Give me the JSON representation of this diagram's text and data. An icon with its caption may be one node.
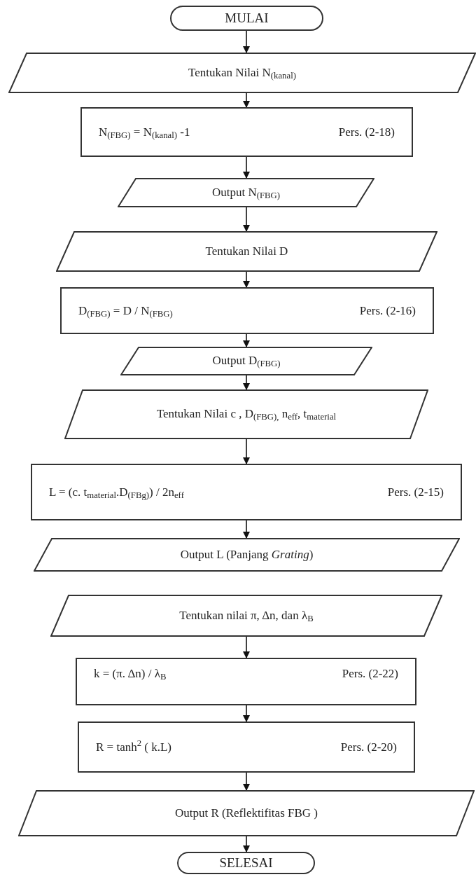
{
  "diagram": {
    "nodes": [
      {
        "text": [
          "MULAI"
        ]
      },
      {
        "text": [
          "Tentukan Nilai  N$_{(kanal)}$"
        ]
      },
      {
        "text": [
          "N$_{(FBG)}$ = N$_{(kanal)}$ -1",
          "Pers. (2-18)"
        ]
      },
      {
        "text": [
          "Output N$_{(FBG)}$"
        ]
      },
      {
        "text": [
          "Tentukan Nilai D"
        ]
      },
      {
        "text": [
          "D$_{(FBG)}$ = D / N$_{(FBG)}$",
          "Pers. (2-16)"
        ]
      },
      {
        "text": [
          "Output D$_{(FBG)}$"
        ]
      },
      {
        "text": [
          "Tentukan Nilai c , D$_{(FBG),}$ n$_{eff}$,  t$_{material}$"
        ]
      },
      {
        "text": [
          "L = (c. t$_{material}$.D$_{(FBg)}$) / 2n$_{eff}$",
          "Pers. (2-15)"
        ]
      },
      {
        "text": [
          "Output L (Panjang *Grating*)"
        ]
      },
      {
        "text": [
          "Tentukan nilai π, Δn, dan λ$_{B}$"
        ]
      },
      {
        "text": [
          "k = (π. Δn) / λ$_{B}$",
          "Pers. (2-22)"
        ]
      },
      {
        "text": [
          "R = tanh$^{2}$ ( k.L)",
          "Pers. (2-20)"
        ]
      },
      {
        "text": [
          "Output R (Reflektifitas FBG )"
        ]
      },
      {
        "text": [
          "SELESAI"
        ]
      }
    ],
    "edges": [
      {
        "from": 0,
        "to": 1,
        "arrow": "to"
      },
      {
        "from": 1,
        "to": 2,
        "arrow": "to"
      },
      {
        "from": 2,
        "to": 3,
        "arrow": "to"
      },
      {
        "from": 3,
        "to": 4,
        "arrow": "to"
      },
      {
        "from": 4,
        "to": 5,
        "arrow": "to"
      },
      {
        "from": 5,
        "to": 6,
        "arrow": "to"
      },
      {
        "from": 6,
        "to": 7,
        "arrow": "to"
      },
      {
        "from": 7,
        "to": 8,
        "arrow": "to"
      },
      {
        "from": 8,
        "to": 9,
        "arrow": "to"
      },
      {
        "from": 10,
        "to": 11,
        "arrow": "to"
      },
      {
        "from": 11,
        "to": 12,
        "arrow": "to"
      },
      {
        "from": 12,
        "to": 13,
        "arrow": "to"
      },
      {
        "from": 13,
        "to": 14,
        "arrow": "to"
      }
    ]
  }
}
